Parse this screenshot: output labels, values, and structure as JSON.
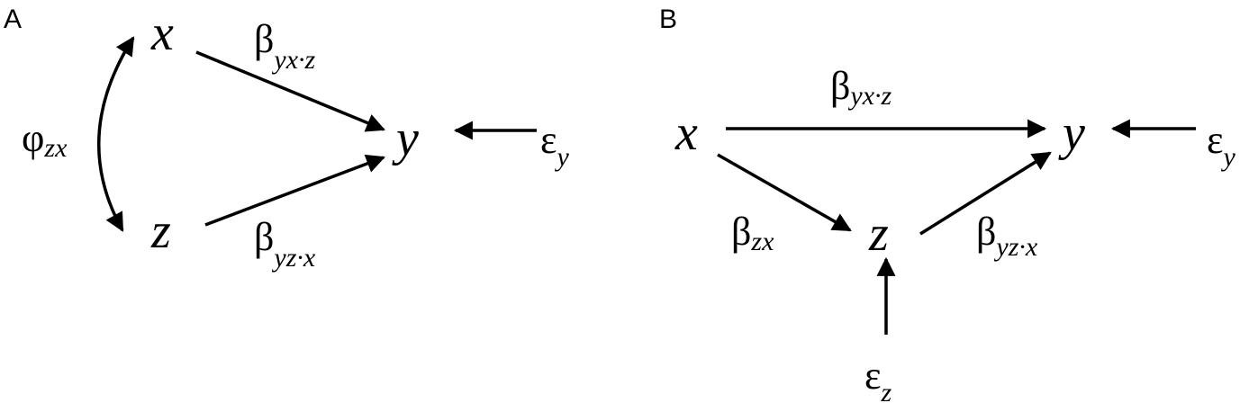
{
  "panels": [
    {
      "label": "A",
      "nodes": {
        "x": "x",
        "z": "z",
        "y": "y"
      },
      "coefficients": {
        "phi": {
          "symbol": "φ",
          "subscript": "zx"
        },
        "b_yx": {
          "symbol": "β",
          "subscript": "yx·z"
        },
        "b_yz": {
          "symbol": "β",
          "subscript": "yz·x"
        },
        "eps_y": {
          "symbol": "ε",
          "subscript": "y"
        }
      }
    },
    {
      "label": "B",
      "nodes": {
        "x": "x",
        "z": "z",
        "y": "y"
      },
      "coefficients": {
        "b_yx": {
          "symbol": "β",
          "subscript": "yx·z"
        },
        "b_zx": {
          "symbol": "β",
          "subscript": "zx"
        },
        "b_yz": {
          "symbol": "β",
          "subscript": "yz·x"
        },
        "eps_y": {
          "symbol": "ε",
          "subscript": "y"
        },
        "eps_z": {
          "symbol": "ε",
          "subscript": "z"
        }
      }
    }
  ]
}
